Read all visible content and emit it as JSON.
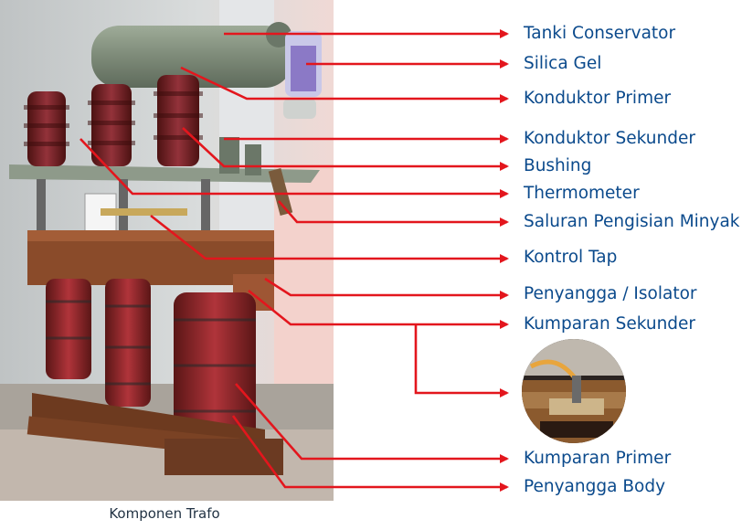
{
  "caption": "Komponen Trafo",
  "labels": [
    {
      "id": "tanki-conservator",
      "text": "Tanki Conservator"
    },
    {
      "id": "silica-gel",
      "text": "Silica Gel"
    },
    {
      "id": "konduktor-primer",
      "text": "Konduktor  Primer"
    },
    {
      "id": "konduktor-sekunder",
      "text": "Konduktor  Sekunder"
    },
    {
      "id": "bushing",
      "text": "Bushing"
    },
    {
      "id": "thermometer",
      "text": "Thermometer"
    },
    {
      "id": "saluran-pengisian-minyak",
      "text": "Saluran Pengisian Minyak"
    },
    {
      "id": "kontrol-tap",
      "text": "Kontrol Tap"
    },
    {
      "id": "penyangga-isolator",
      "text": "Penyangga / Isolator"
    },
    {
      "id": "kumparan-sekunder",
      "text": "Kumparan Sekunder"
    },
    {
      "id": "kumparan-primer",
      "text": "Kumparan Primer"
    },
    {
      "id": "penyangga-body",
      "text": "Penyangga Body"
    }
  ],
  "colors": {
    "label_text": "#0b4a8c",
    "arrow": "#e3161d",
    "caption": "#223344"
  }
}
